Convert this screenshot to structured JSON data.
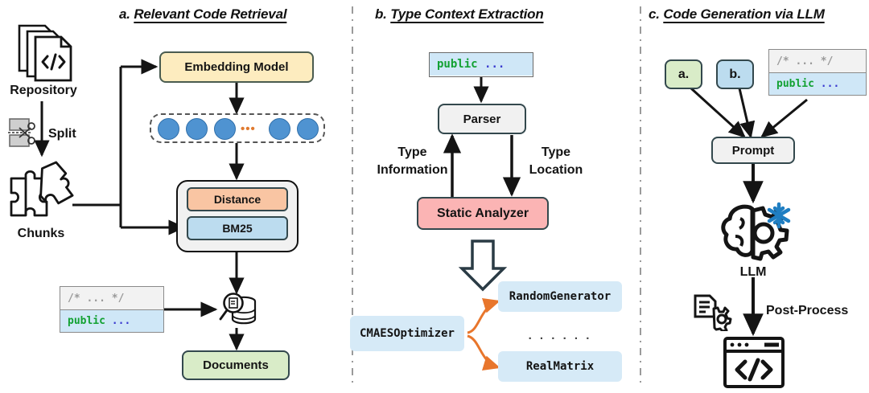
{
  "figure": {
    "panels": [
      {
        "id": "a",
        "lead": "a.",
        "title": "Relevant Code Retrieval"
      },
      {
        "id": "b",
        "lead": "b.",
        "title": "Type Context Extraction"
      },
      {
        "id": "c",
        "lead": "c.",
        "title": "Code Generation via LLM"
      }
    ]
  },
  "panel_a": {
    "repository_label": "Repository",
    "split_label": "Split",
    "chunks_label": "Chunks",
    "embedding_model": "Embedding Model",
    "vector_ellipsis": "•••",
    "distance": "Distance",
    "bm25": "BM25",
    "documents": "Documents",
    "code_comment": "/* ... */",
    "code_keyword": "public",
    "code_ellipsis": "..."
  },
  "panel_b": {
    "code_keyword": "public",
    "code_ellipsis": "...",
    "parser": "Parser",
    "type_information": "Type\nInformation",
    "type_information_l1": "Type",
    "type_information_l2": "Information",
    "type_location_l1": "Type",
    "type_location_l2": "Location",
    "static_analyzer": "Static Analyzer",
    "source_type": "CMAESOptimizer",
    "targets": [
      "RandomGenerator",
      "RealMatrix"
    ],
    "targets_ellipsis": ". . . . . ."
  },
  "panel_c": {
    "ref_a": "a.",
    "ref_b": "b.",
    "code_comment": "/* ... */",
    "code_keyword": "public",
    "code_ellipsis": "...",
    "prompt": "Prompt",
    "llm_label": "LLM",
    "post_process": "Post-Process"
  },
  "colors": {
    "yellow": "#fdecbf",
    "green": "#d9ecc8",
    "blue": "#bcdcef",
    "orange": "#f9c5a3",
    "pink": "#fbb4b4",
    "gray": "#f1f1f1",
    "code_blue": "#cfe7f7",
    "node_blue_flat": "#d6eaf7",
    "dot_blue": "#4f93d1",
    "arrow_orange": "#e8762c",
    "snowflake_blue": "#1f7ec2",
    "stroke": "#141414"
  }
}
